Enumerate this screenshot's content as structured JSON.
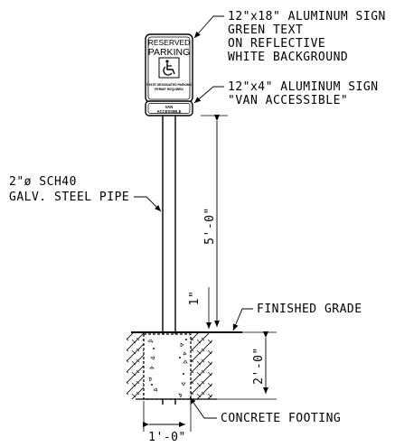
{
  "sign": {
    "header_line1": "RESERVED",
    "header_line2": "PARKING",
    "fine_line1": "STATE DESIGNATED PARKING",
    "fine_line2": "PERMIT REQUIRED",
    "plaque_line1": "VAN",
    "plaque_line2": "ACCESSIBLE"
  },
  "callouts": {
    "main_sign": [
      "12\"x18\" ALUMINUM SIGN",
      "GREEN TEXT",
      "ON REFLECTIVE",
      "WHITE BACKGROUND"
    ],
    "van_sign": [
      "12\"x4\" ALUMINUM SIGN",
      "\"VAN ACCESSIBLE\""
    ],
    "pipe": [
      "2\"ø SCH40",
      "GALV. STEEL PIPE"
    ],
    "grade": "FINISHED GRADE",
    "footing": "CONCRETE FOOTING"
  },
  "dimensions": {
    "pole_height": "5'-0\"",
    "sign_bottom_gap": "1\"",
    "footing_depth": "2'-0\"",
    "footing_width": "1'-0\""
  },
  "icons": [
    "wheelchair-icon"
  ]
}
